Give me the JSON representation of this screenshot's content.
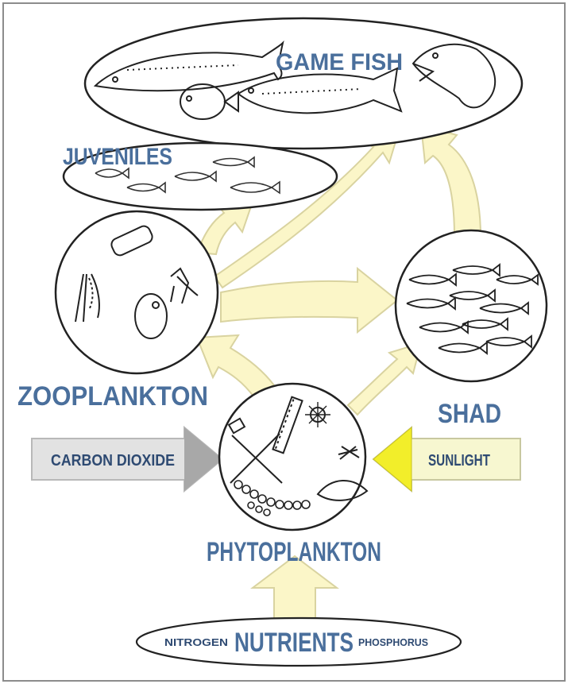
{
  "labels": {
    "game_fish": "GAME FISH",
    "juveniles": "JUVENILES",
    "zooplankton": "ZOOPLANKTON",
    "shad": "SHAD",
    "phytoplankton": "PHYTOPLANKTON",
    "carbon_dioxide": "CARBON DIOXIDE",
    "sunlight": "SUNLIGHT",
    "nutrients": "NUTRIENTS",
    "nitrogen": "NITROGEN",
    "phosphorus": "PHOSPHORUS"
  },
  "colors": {
    "label_blue": "#4a6f9c",
    "arrow_fill": "#fbf6c8",
    "arrow_stroke": "#d9d3a0",
    "co2_arrow": "#b3b3b3",
    "sunlight_arrow": "#f2ee2a",
    "outline": "#222222"
  }
}
